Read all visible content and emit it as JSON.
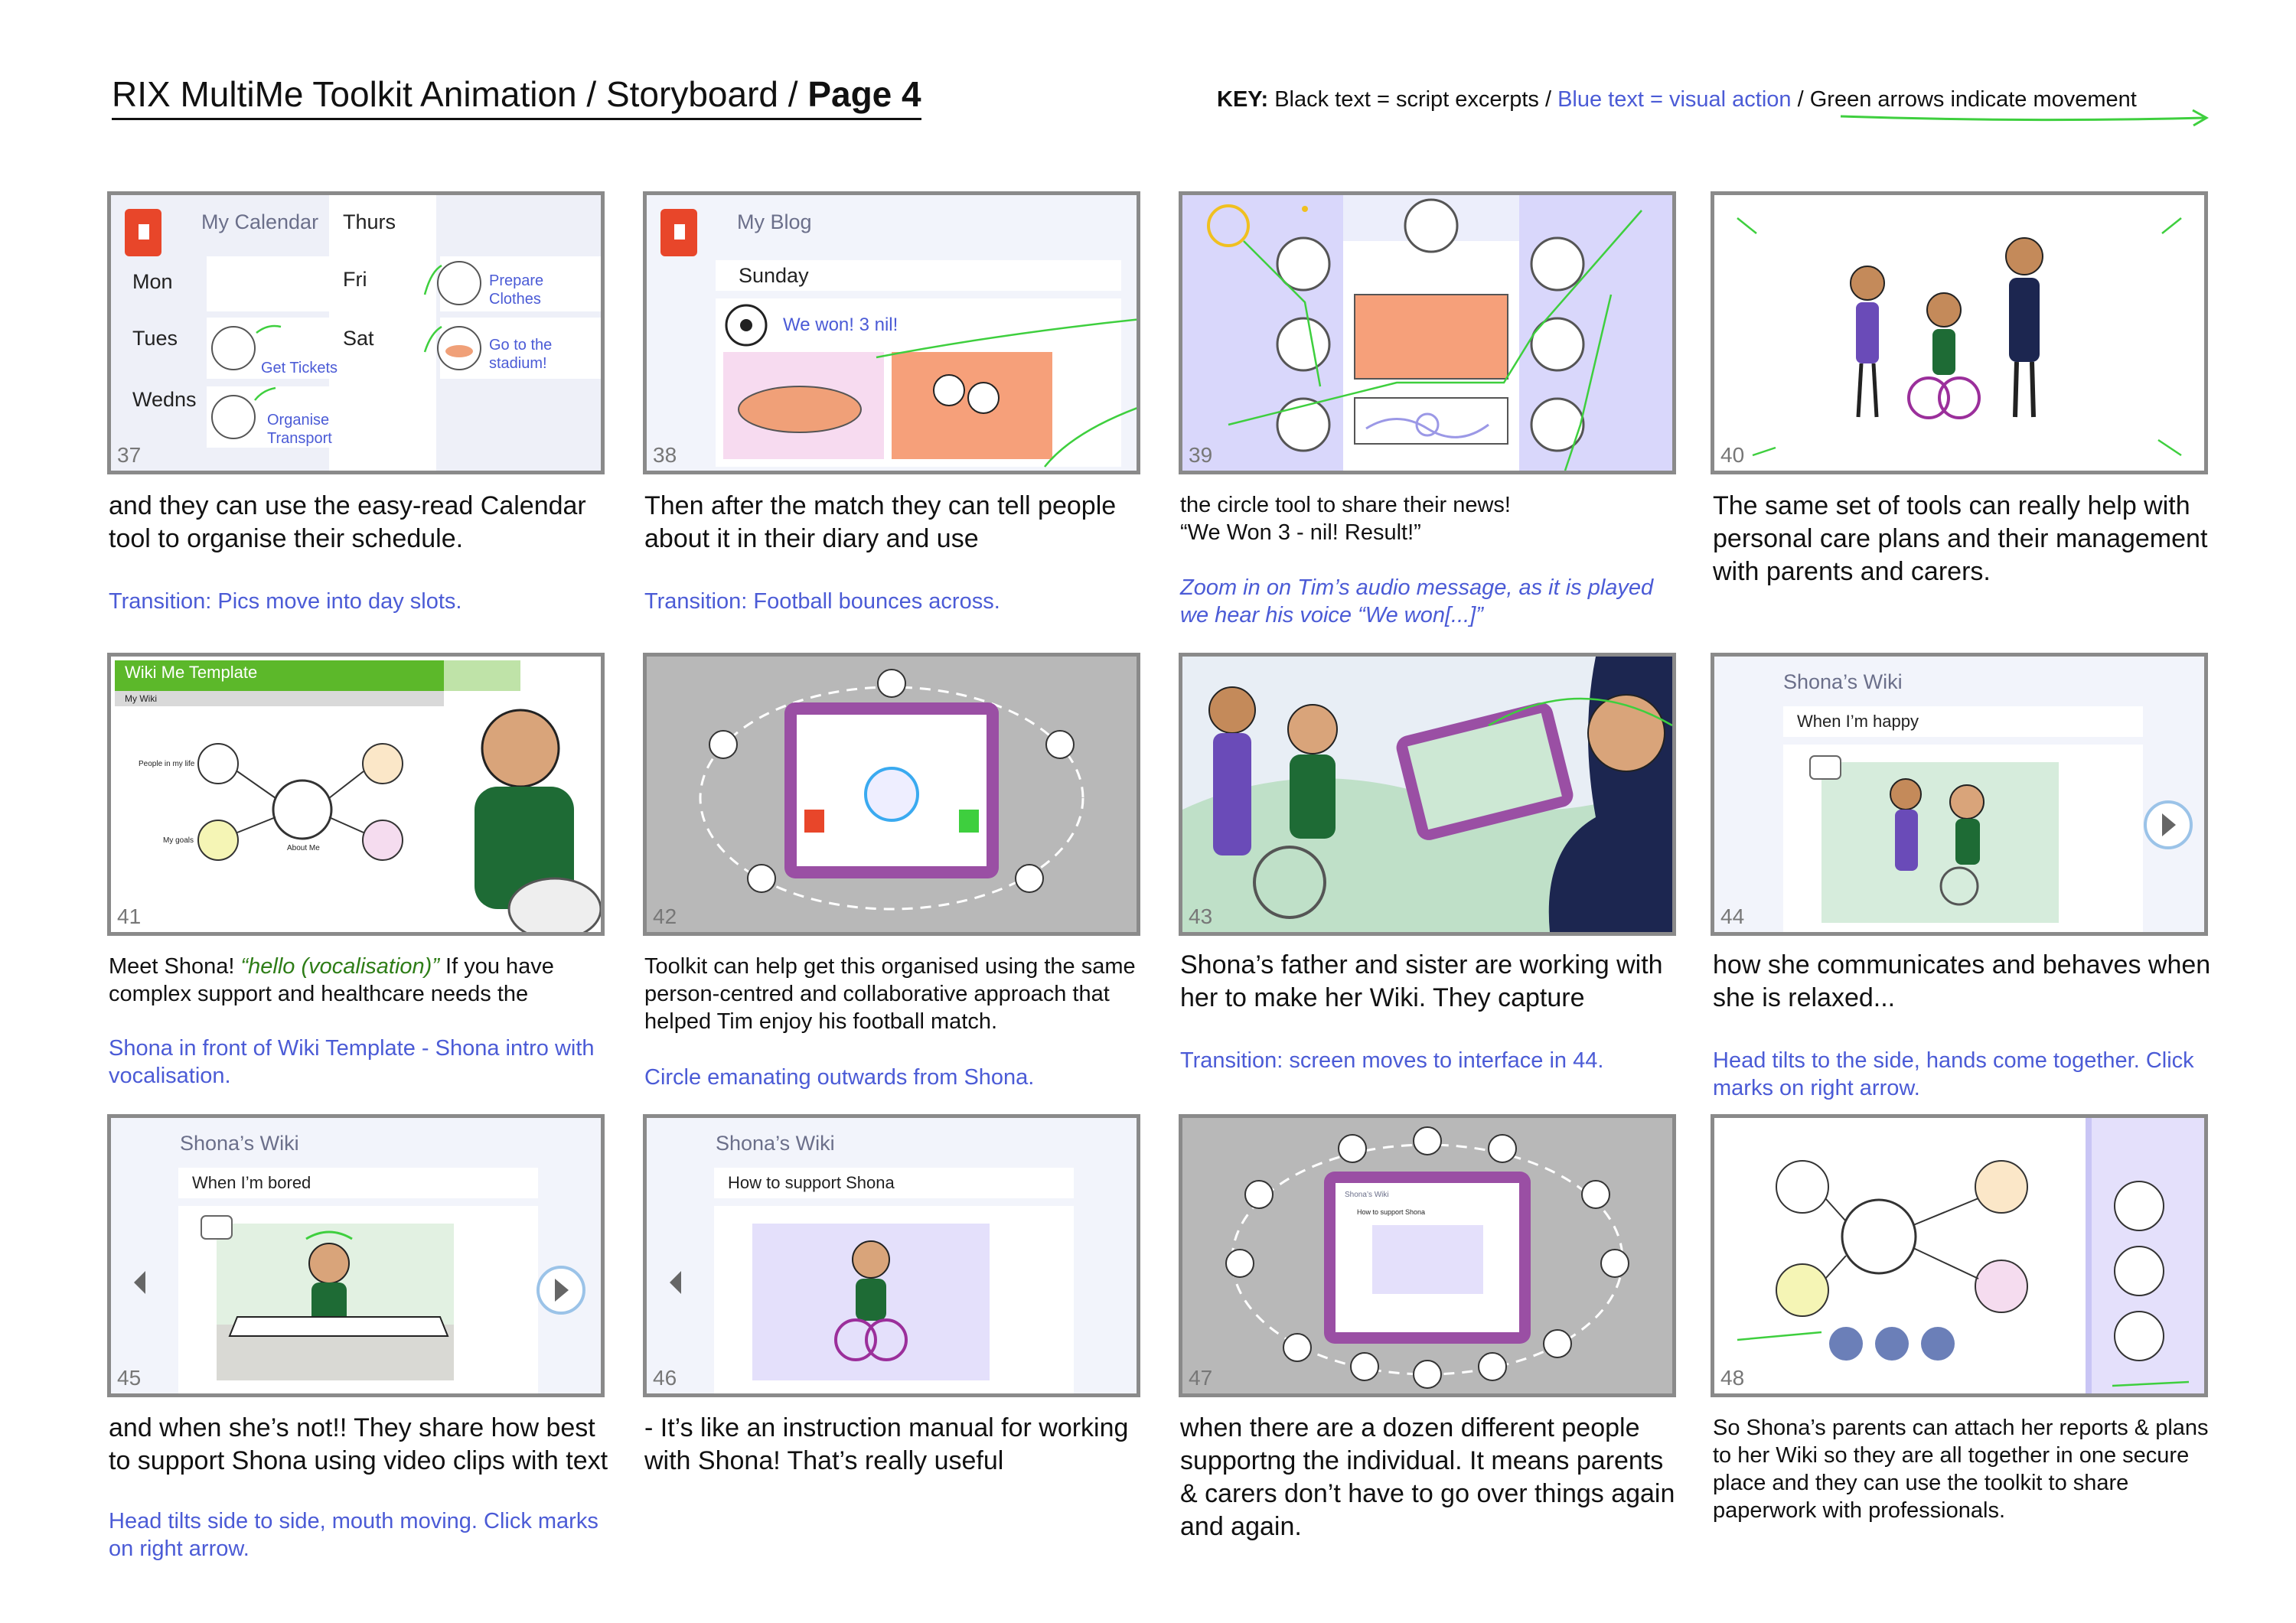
{
  "header": {
    "title_main": "RIX MultiMe Toolkit Animation / Storyboard / ",
    "title_page": "Page 4",
    "key_label": "KEY:",
    "key_black": " Black text = script excerpts / ",
    "key_blue": "Blue text = visual action",
    "key_green": " / Green arrows indicate movement"
  },
  "colors": {
    "green_arrow": "#3ecf3e",
    "action_blue": "#4b5bd6",
    "frame_border": "#8a8a8a",
    "lavender": "#d9d7fb"
  },
  "frames": [
    {
      "num": "37",
      "ui": {
        "title": "My Calendar",
        "days_left": [
          "Mon",
          "Tues",
          "Wedns"
        ],
        "days_right": [
          "Thurs",
          "Fri",
          "Sat"
        ],
        "items": [
          "Get Tickets",
          "Organise Transport",
          "Prepare Clothes",
          "Go to the stadium!"
        ]
      },
      "caption": "and they can use the easy-read Calendar tool to organise their schedule.",
      "action": "Transition: Pics move into day slots."
    },
    {
      "num": "38",
      "ui": {
        "title": "My Blog",
        "day": "Sunday",
        "post": "We won! 3 nil!"
      },
      "caption": "Then after the match they can tell people about it in their diary and use",
      "action": "Transition: Football bounces across."
    },
    {
      "num": "39",
      "caption": "the circle tool to share their news!",
      "quote": "“We Won 3 - nil! Result!”",
      "action": "Zoom in on Tim’s audio message, as it is played we hear his voice “We won[...]”"
    },
    {
      "num": "40",
      "caption": "The same set of tools can really help with personal care plans and their management with parents and carers."
    },
    {
      "num": "41",
      "ui": {
        "title": "Wiki Me Template",
        "subtitle": "My Wiki",
        "labels": [
          "People in my life",
          "My goals",
          "About Me"
        ]
      },
      "caption_a": "Meet Shona! ",
      "caption_quote": "“hello (vocalisation)”",
      "caption_b": " If you have complex support and healthcare needs the",
      "action": "Shona in front of Wiki Template - Shona intro with vocalisation."
    },
    {
      "num": "42",
      "caption": "Toolkit can help get this organised using the same person-centred and collaborative approach that helped Tim enjoy his football match.",
      "action": "Circle emanating outwards from Shona."
    },
    {
      "num": "43",
      "caption": "Shona’s father and sister are working with her to make her Wiki. They capture",
      "action": "Transition: screen moves to interface in 44."
    },
    {
      "num": "44",
      "ui": {
        "title": "Shona’s Wiki",
        "heading": "When I’m happy"
      },
      "caption": "how she communicates and behaves when she is relaxed...",
      "action": "Head tilts to the side, hands come together. Click marks on right arrow."
    },
    {
      "num": "45",
      "ui": {
        "title": "Shona’s Wiki",
        "heading": "When I’m bored"
      },
      "caption": "and when she’s not!! They share how best to support Shona using video clips with text",
      "action": "Head tilts side to side, mouth moving. Click marks on right arrow."
    },
    {
      "num": "46",
      "ui": {
        "title": "Shona’s Wiki",
        "heading": "How to support Shona"
      },
      "caption": "- It’s like an instruction manual for working with Shona! That’s really useful"
    },
    {
      "num": "47",
      "ui": {
        "title": "Shona’s Wiki",
        "heading": "How to support Shona"
      },
      "caption": "when there are a dozen different people supportng the individual. It means parents & carers don’t have to go over things again and again."
    },
    {
      "num": "48",
      "caption": "So Shona’s parents can attach her reports & plans to her Wiki so they are all together in one secure place and they can use the toolkit to share paperwork with professionals."
    }
  ]
}
